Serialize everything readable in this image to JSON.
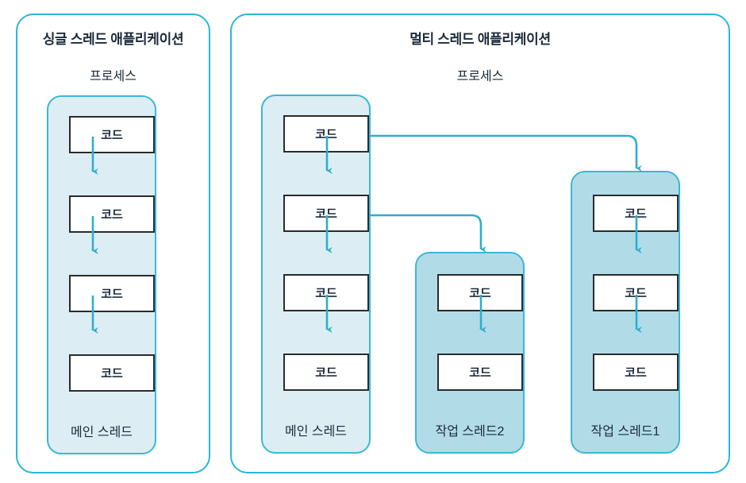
{
  "colors": {
    "outline": "#29b6d8",
    "arrow": "#2eaecd",
    "main_thread_fill": "#dceef4",
    "worker_thread_fill": "#b2dbe8",
    "code_border": "#2b2b2b",
    "text": "#1b2a3a"
  },
  "panels": [
    {
      "id": "single",
      "title": "싱글 스레드 애플리케이션",
      "process_label": "프로세스",
      "threads": [
        {
          "id": "single-main",
          "type": "main",
          "label": "메인 스레드",
          "codes": [
            "코드",
            "코드",
            "코드",
            "코드"
          ]
        }
      ]
    },
    {
      "id": "multi",
      "title": "멀티 스레드 애플리케이션",
      "process_label": "프로세스",
      "threads": [
        {
          "id": "multi-main",
          "type": "main",
          "label": "메인 스레드",
          "codes": [
            "코드",
            "코드",
            "코드",
            "코드"
          ]
        },
        {
          "id": "worker2",
          "type": "worker",
          "label": "작업 스레드2",
          "codes": [
            "코드",
            "코드"
          ]
        },
        {
          "id": "worker1",
          "type": "worker",
          "label": "작업 스레드1",
          "codes": [
            "코드",
            "코드",
            "코드"
          ]
        }
      ]
    }
  ],
  "connectors": [
    {
      "from": "multi-main.code.1",
      "to": "worker1.code.1"
    },
    {
      "from": "multi-main.code.2",
      "to": "worker2.code.1"
    }
  ]
}
